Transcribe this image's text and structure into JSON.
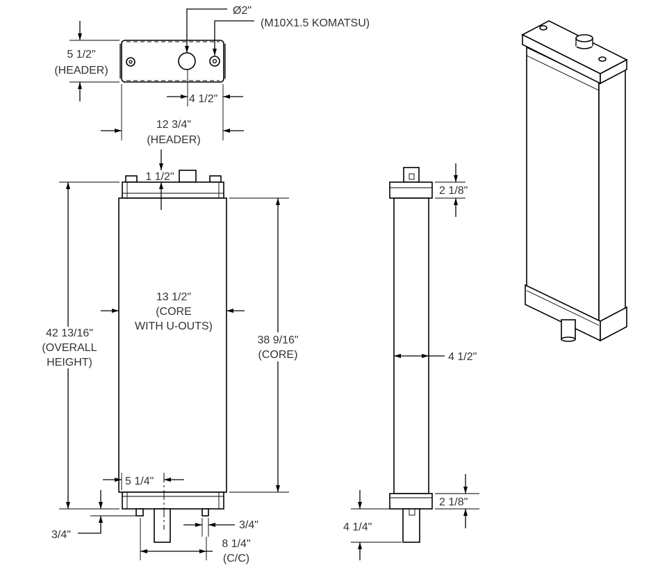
{
  "drawing": {
    "top_view": {
      "diameter": "Ø2\"",
      "thread": "(M10X1.5 KOMATSU)",
      "header_depth": "5 1/2\"",
      "header_depth_note": "(HEADER)",
      "offset": "4 1/2\"",
      "header_width": "12 3/4\"",
      "header_width_note": "(HEADER)"
    },
    "front_view": {
      "top_offset": "1 1/2\"",
      "core_width": "13 1/2\"",
      "core_width_note1": "(CORE",
      "core_width_note2": "WITH U-OUTS)",
      "overall_height": "42 13/16\"",
      "overall_height_note1": "(OVERALL",
      "overall_height_note2": "HEIGHT)",
      "core_height": "38 9/16\"",
      "core_height_note": "(CORE)",
      "outlet_offset": "5 1/4\"",
      "stud_height": "3/4\"",
      "stud_width": "3/4\"",
      "center_to_center": "8 1/4\"",
      "center_to_center_note": "(C/C)"
    },
    "side_view": {
      "top_header": "2 1/8\"",
      "core_depth": "4 1/2\"",
      "bottom_header": "2 1/8\"",
      "pipe_length": "4 1/4\""
    }
  }
}
